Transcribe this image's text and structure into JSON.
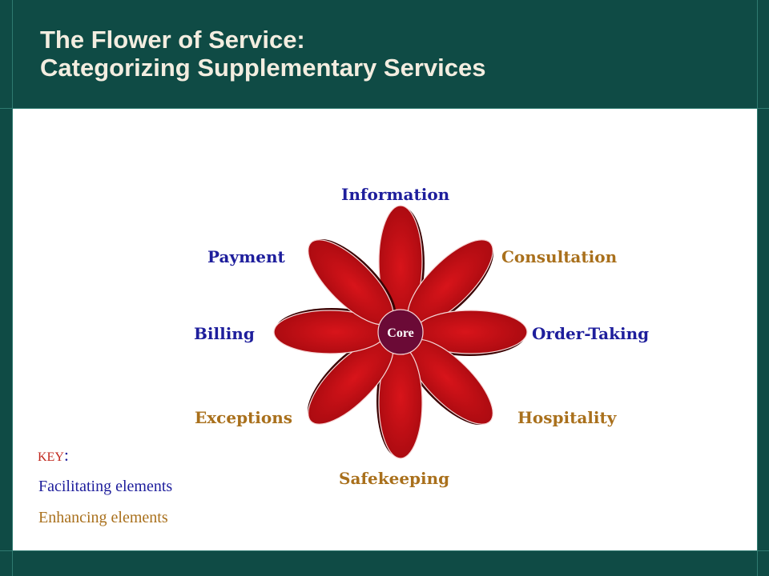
{
  "title": {
    "line1": "The Flower of Service:",
    "line2": "Categorizing Supplementary Services"
  },
  "colors": {
    "frame": "#0f4b45",
    "title_text": "#f3ede0",
    "petal": "#c40f14",
    "core": "#6b0a36",
    "facilitating": "#1e1e9c",
    "enhancing": "#a9701c",
    "key_label": "#c0261c"
  },
  "flower": {
    "core_label": "Core",
    "petals": [
      {
        "label": "Information",
        "type": "facilitating"
      },
      {
        "label": "Consultation",
        "type": "enhancing"
      },
      {
        "label": "Order-Taking",
        "type": "facilitating"
      },
      {
        "label": "Hospitality",
        "type": "enhancing"
      },
      {
        "label": "Safekeeping",
        "type": "enhancing"
      },
      {
        "label": "Exceptions",
        "type": "enhancing"
      },
      {
        "label": "Billing",
        "type": "facilitating"
      },
      {
        "label": "Payment",
        "type": "facilitating"
      }
    ]
  },
  "key": {
    "title": "KEY",
    "colon": ":",
    "facilitating": "Facilitating elements",
    "enhancing": "Enhancing elements"
  }
}
